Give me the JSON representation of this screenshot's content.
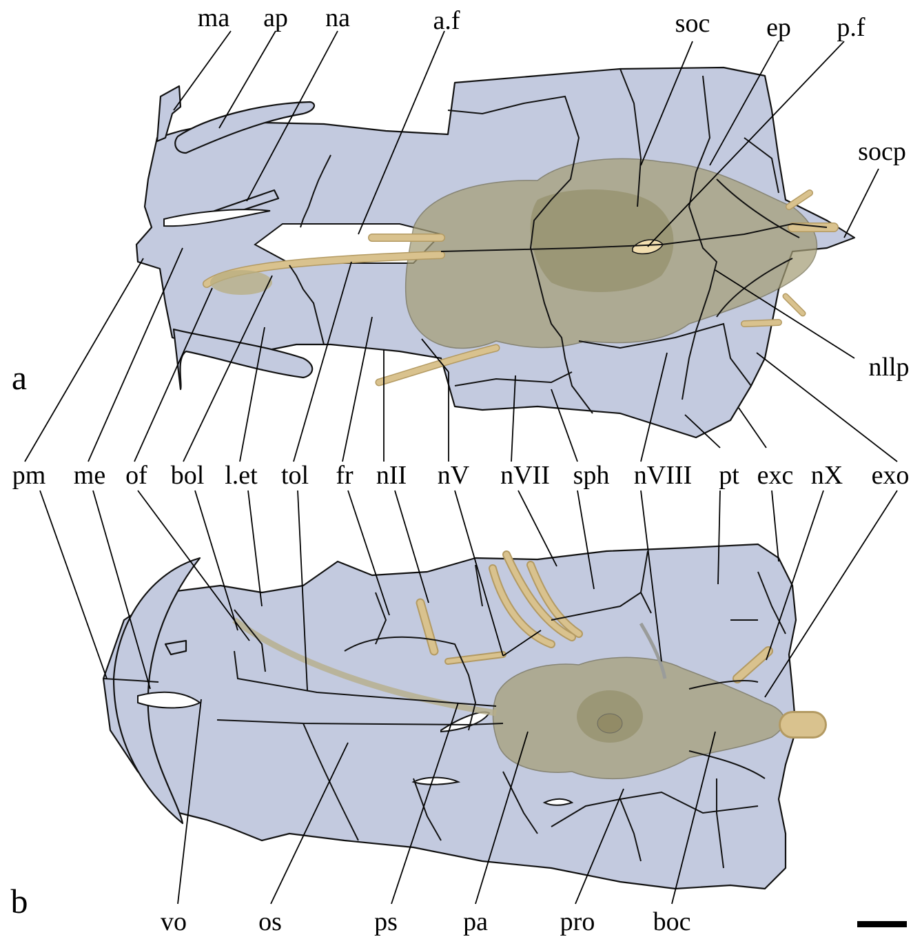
{
  "panels": {
    "a": "a",
    "b": "b"
  },
  "labels_a_top": {
    "ma": "ma",
    "ap": "ap",
    "na": "na",
    "af": "a.f",
    "soc": "soc",
    "ep": "ep",
    "pf": "p.f",
    "socp": "socp",
    "nllp": "nllp"
  },
  "labels_middle": {
    "pm": "pm",
    "me": "me",
    "of": "of",
    "bol": "bol",
    "let": "l.et",
    "tol": "tol",
    "fr": "fr",
    "nII": "nII",
    "nV": "nV",
    "nVII": "nVII",
    "sph": "sph",
    "nVIII": "nVIII",
    "pt": "pt",
    "exc": "exc",
    "nX": "nX",
    "exo": "exo"
  },
  "labels_b_bottom": {
    "vo": "vo",
    "os": "os",
    "ps": "ps",
    "pa": "pa",
    "pro": "pro",
    "boc": "boc"
  },
  "colors": {
    "bone": "#c3cadf",
    "brain": "#a59e77",
    "nerve": "#d9c28e",
    "outline": "#111111"
  }
}
